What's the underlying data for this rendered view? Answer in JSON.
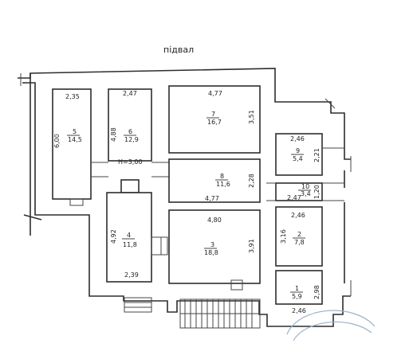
{
  "title": "підвал",
  "rooms": {
    "r1": {
      "number": "1",
      "area": "5,9",
      "width": "2,46",
      "height": "2,98"
    },
    "r2": {
      "number": "2",
      "area": "7,8",
      "width": "2,46",
      "height": "3,16"
    },
    "r3": {
      "number": "3",
      "area": "18,8",
      "width": "4,80",
      "height": "3,91"
    },
    "r4": {
      "number": "4",
      "area": "11,8",
      "width": "2,39",
      "height": "4,92"
    },
    "r5": {
      "number": "5",
      "area": "14,5",
      "width": "2,35",
      "height": "6,00"
    },
    "r6": {
      "number": "6",
      "area": "12,9",
      "width": "2,47",
      "height": "4,88"
    },
    "r7": {
      "number": "7",
      "area": "16,7",
      "width": "4,77",
      "height": "3,51"
    },
    "r8": {
      "number": "8",
      "area": "11,6",
      "width": "4,77",
      "height": "2,28"
    },
    "r9": {
      "number": "9",
      "area": "5,4",
      "width": "2,46",
      "height": "2,21"
    },
    "r10": {
      "number": "10",
      "area": "3,4",
      "width": "2,47",
      "height": "1,20"
    }
  },
  "ceiling_height": "H=3,00"
}
